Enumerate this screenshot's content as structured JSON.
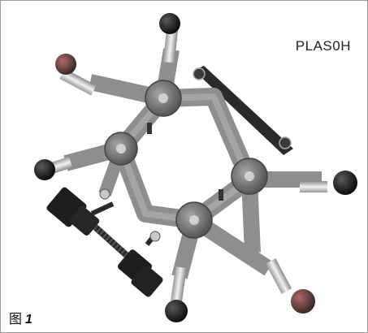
{
  "product_code": "PLAS0H",
  "caption": {
    "prefix": "图",
    "number": "1"
  },
  "colors": {
    "arm": "#8e8e8e",
    "arm_dark": "#5a5a5a",
    "hub": "#7a7a7a",
    "knob": "#1a1a1a",
    "rod": "#e0e0e0",
    "bar": "#2a2a2a"
  }
}
